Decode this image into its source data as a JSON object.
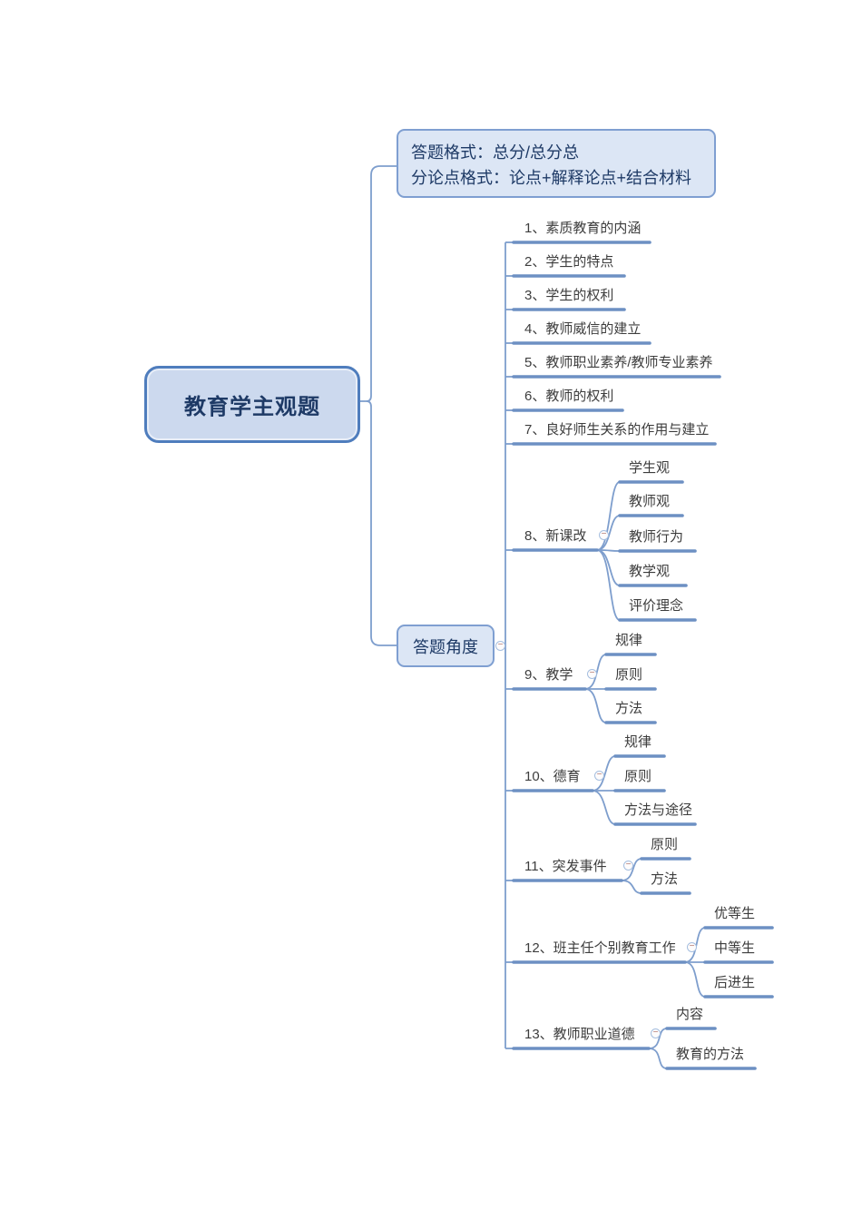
{
  "root": {
    "label": "教育学主观题"
  },
  "format_note": {
    "line1": "答题格式：总分/总分总",
    "line2": "分论点格式：论点+解释论点+结合材料"
  },
  "angle": {
    "label": "答题角度",
    "items": [
      {
        "label": "1、素质教育的内涵",
        "children": []
      },
      {
        "label": "2、学生的特点",
        "children": []
      },
      {
        "label": "3、学生的权利",
        "children": []
      },
      {
        "label": "4、教师威信的建立",
        "children": []
      },
      {
        "label": "5、教师职业素养/教师专业素养",
        "children": []
      },
      {
        "label": "6、教师的权利",
        "children": []
      },
      {
        "label": "7、良好师生关系的作用与建立",
        "children": []
      },
      {
        "label": "8、新课改",
        "children": [
          "学生观",
          "教师观",
          "教师行为",
          "教学观",
          "评价理念"
        ]
      },
      {
        "label": "9、教学",
        "children": [
          "规律",
          "原则",
          "方法"
        ]
      },
      {
        "label": "10、德育",
        "children": [
          "规律",
          "原则",
          "方法与途径"
        ]
      },
      {
        "label": "11、突发事件",
        "children": [
          "原则",
          "方法"
        ]
      },
      {
        "label": "12、班主任个别教育工作",
        "children": [
          "优等生",
          "中等生",
          "后进生"
        ]
      },
      {
        "label": "13、教师职业道德",
        "children": [
          "内容",
          "教育的方法"
        ]
      }
    ]
  },
  "ui": {
    "collapse_glyph": "−"
  },
  "colors": {
    "background": "#ffffff",
    "branch_line": "#7e9ecd",
    "topic_underline": "#6d90c3",
    "box_fill": "#dce6f5",
    "box_border": "#7f9fd1",
    "root_fill": "#ccd9ee",
    "root_border": "#4f7dbd",
    "box_text": "#1e3a66",
    "topic_text": "#3d3d3d",
    "collapse_minus": "#b0736a"
  }
}
